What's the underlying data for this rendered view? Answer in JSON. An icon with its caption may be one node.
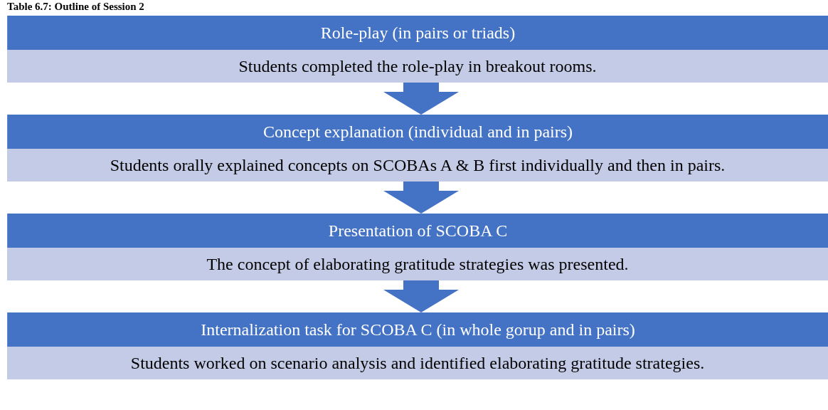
{
  "diagram": {
    "title": "Table 6.7: Outline of Session 2",
    "nodes": [
      {
        "text": [
          "Role-play (in pairs or triads)",
          "Students completed the role-play in breakout rooms."
        ]
      },
      {
        "text": [
          "Concept explanation (individual and in pairs)",
          "Students orally explained concepts on SCOBAs A & B first individually and then in pairs."
        ]
      },
      {
        "text": [
          "Presentation of SCOBA C",
          "The concept of elaborating gratitude strategies was presented."
        ]
      },
      {
        "text": [
          "Internalization task for SCOBA C (in whole gorup and in pairs)",
          "Students worked on scenario analysis and identified elaborating gratitude strategies."
        ]
      }
    ],
    "edges": [
      {
        "from": 0,
        "to": 1,
        "arrow": "to"
      },
      {
        "from": 1,
        "to": 2,
        "arrow": "to"
      },
      {
        "from": 2,
        "to": 3,
        "arrow": "to"
      }
    ]
  }
}
